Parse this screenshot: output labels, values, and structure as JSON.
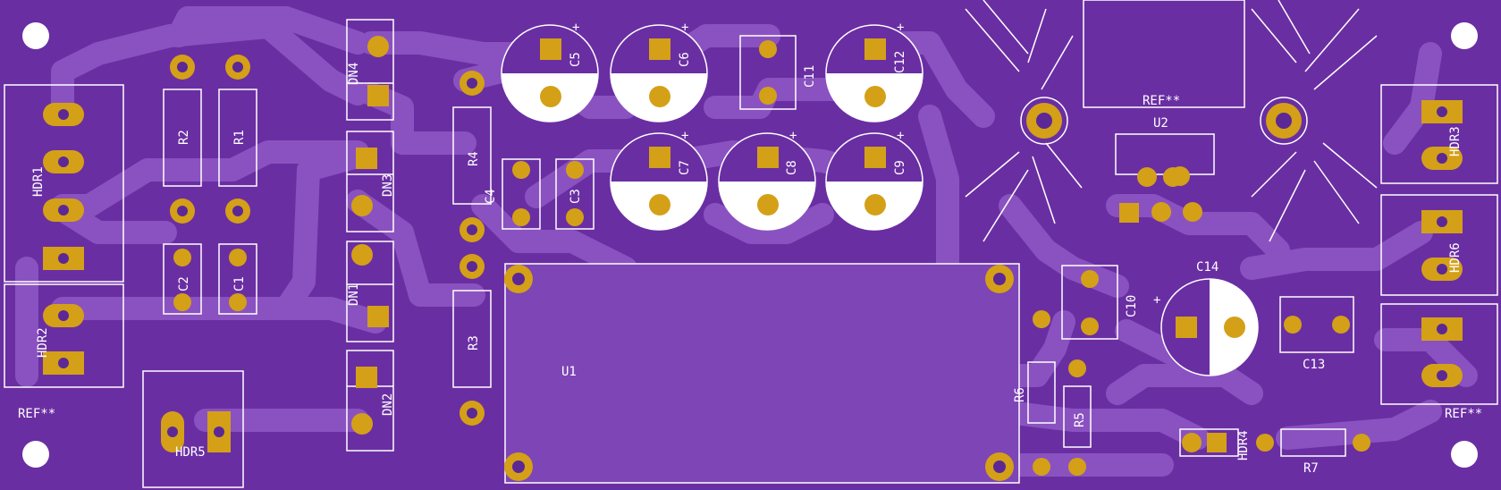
{
  "colors": {
    "board": "#6a2ea3",
    "copper_trace": "#8a52c0",
    "silkscreen": "#ffffff",
    "pad": "#d4a017",
    "drill": "#5b2896"
  },
  "labels": {
    "hdr1": "HDR1",
    "hdr2": "HDR2",
    "hdr3": "HDR3",
    "hdr4": "HDR4",
    "hdr5": "HDR5",
    "hdr6": "HDR6",
    "r1": "R1",
    "r2": "R2",
    "r3": "R3",
    "r4": "R4",
    "r5": "R5",
    "r6": "R6",
    "r7": "R7",
    "c1": "C1",
    "c2": "C2",
    "c3": "C3",
    "c4": "C4",
    "c5": "C5",
    "c6": "C6",
    "c7": "C7",
    "c8": "C8",
    "c9": "C9",
    "c10": "C10",
    "c11": "C11",
    "c12": "C12",
    "c13": "C13",
    "c14": "C14",
    "dn1": "DN1",
    "dn2": "DN2",
    "dn3": "DN3",
    "dn4": "DN4",
    "u1": "U1",
    "u2": "U2",
    "ref_center": "REF**",
    "ref_left": "REF**",
    "ref_right": "REF**",
    "plus": "+"
  }
}
